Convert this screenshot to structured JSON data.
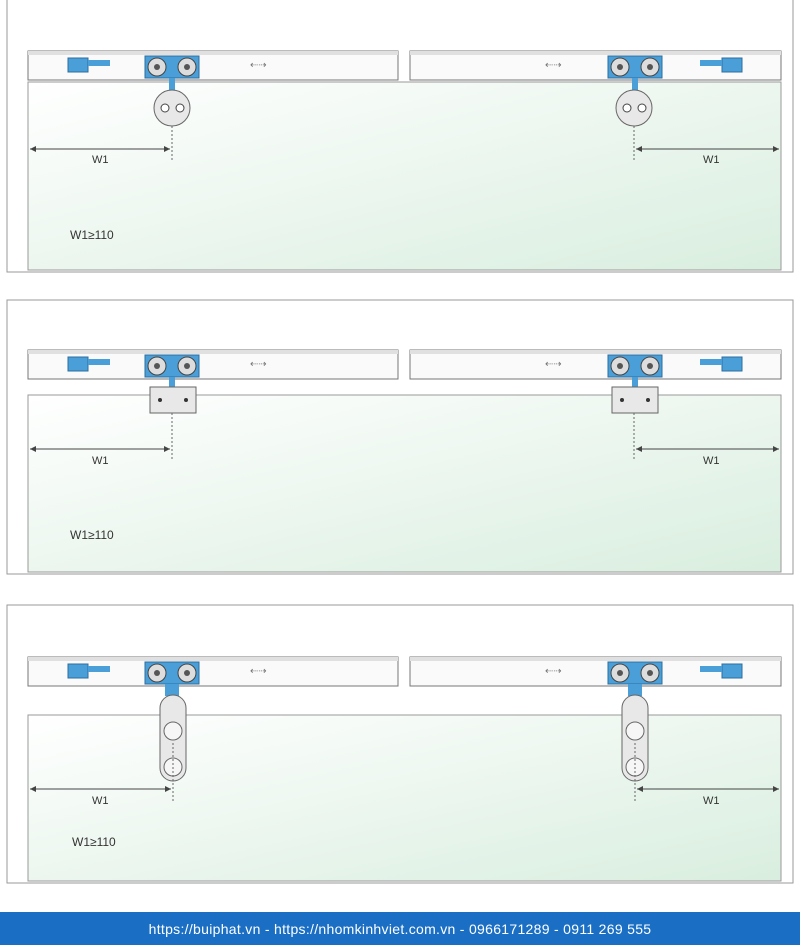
{
  "panels": [
    {
      "variant": "round-clamp",
      "label_left": "W1",
      "label_right": "W1",
      "condition": "W1≥110"
    },
    {
      "variant": "square-clamp",
      "label_left": "W1",
      "label_right": "W1",
      "condition": "W1≥110"
    },
    {
      "variant": "long-clamp",
      "label_left": "W1",
      "label_right": "W1",
      "condition": "W1≥110"
    }
  ],
  "footer": {
    "text": "https://buiphat.vn  - https://nhomkinhviet.com.vn - 0966171289 - 0911 269 555"
  },
  "colors": {
    "glass": "#e6f3ea",
    "accent": "#4a9fd8",
    "footer_bg": "#1a6fc4",
    "line": "#8a8a8a"
  }
}
